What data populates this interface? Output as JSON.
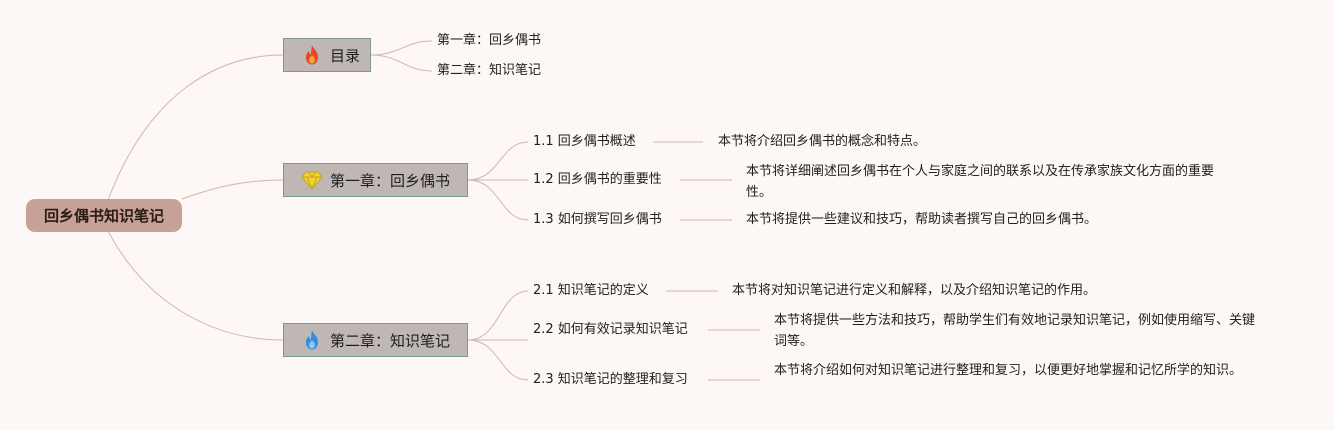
{
  "root": {
    "label": "回乡偶书知识笔记"
  },
  "branches": {
    "toc": {
      "label": "目录",
      "icon": "fire-icon",
      "items": [
        "第一章：回乡偶书",
        "第二章：知识笔记"
      ]
    },
    "chapter1": {
      "label": "第一章：回乡偶书",
      "icon": "gem-icon",
      "sections": [
        {
          "title": "1.1 回乡偶书概述",
          "desc": "本节将介绍回乡偶书的概念和特点。"
        },
        {
          "title": "1.2 回乡偶书的重要性",
          "desc": "本节将详细阐述回乡偶书在个人与家庭之间的联系以及在传承家族文化方面的重要性。"
        },
        {
          "title": "1.3 如何撰写回乡偶书",
          "desc": "本节将提供一些建议和技巧，帮助读者撰写自己的回乡偶书。"
        }
      ]
    },
    "chapter2": {
      "label": "第二章：知识笔记",
      "icon": "water-drop-icon",
      "sections": [
        {
          "title": "2.1 知识笔记的定义",
          "desc": "本节将对知识笔记进行定义和解释，以及介绍知识笔记的作用。"
        },
        {
          "title": "2.2 如何有效记录知识笔记",
          "desc": "本节将提供一些方法和技巧，帮助学生们有效地记录知识笔记，例如使用缩写、关键词等。"
        },
        {
          "title": "2.3 知识笔记的整理和复习",
          "desc": "本节将介绍如何对知识笔记进行整理和复习，以便更好地掌握和记忆所学的知识。"
        }
      ]
    }
  },
  "colors": {
    "background": "#fdf7f6",
    "root_fill": "#c7a197",
    "node_fill": "#bfb7b4",
    "node_border": "#7a9a92",
    "connector": "#d3b5aa"
  }
}
